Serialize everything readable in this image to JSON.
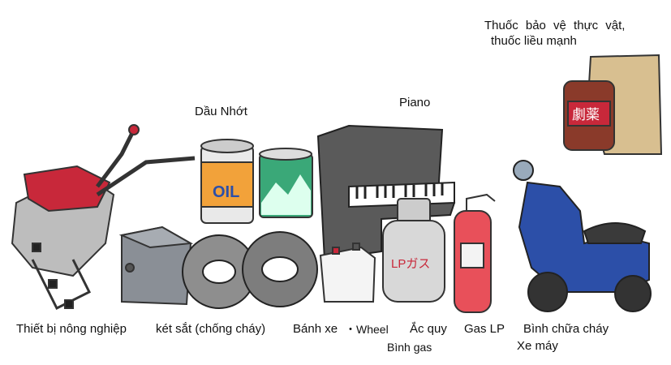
{
  "labels": {
    "agri": "Thiết bị nông nghiệp",
    "safe": "két sắt (chống cháy)",
    "tire": "Bánh xe",
    "wheel": "・Wheel",
    "battery": "Ắc quy",
    "gas": "Gas LP",
    "extinguisher": "Bình chữa cháy",
    "gas_cylinder": "Bình gas",
    "motorbike": "Xe máy",
    "oil": "Dầu Nhớt",
    "piano": "Piano",
    "pesticide_line1": "Thuốc bảo vệ thực vật,",
    "pesticide_line2": "thuốc liều mạnh"
  },
  "illustration_text": {
    "oil_can": "OIL",
    "lp_cylinder": "LPガス",
    "poison_jar": "劇薬"
  },
  "colors": {
    "machine_red": "#c8283a",
    "bike_blue": "#2c4fa8",
    "extinguisher_red": "#e8505a",
    "oil_orange": "#f2a23a",
    "can_green": "#3aa878",
    "piano_gray": "#5a5a5a",
    "bag_tan": "#d8bf90",
    "jar_brown": "#8a3a2a"
  }
}
